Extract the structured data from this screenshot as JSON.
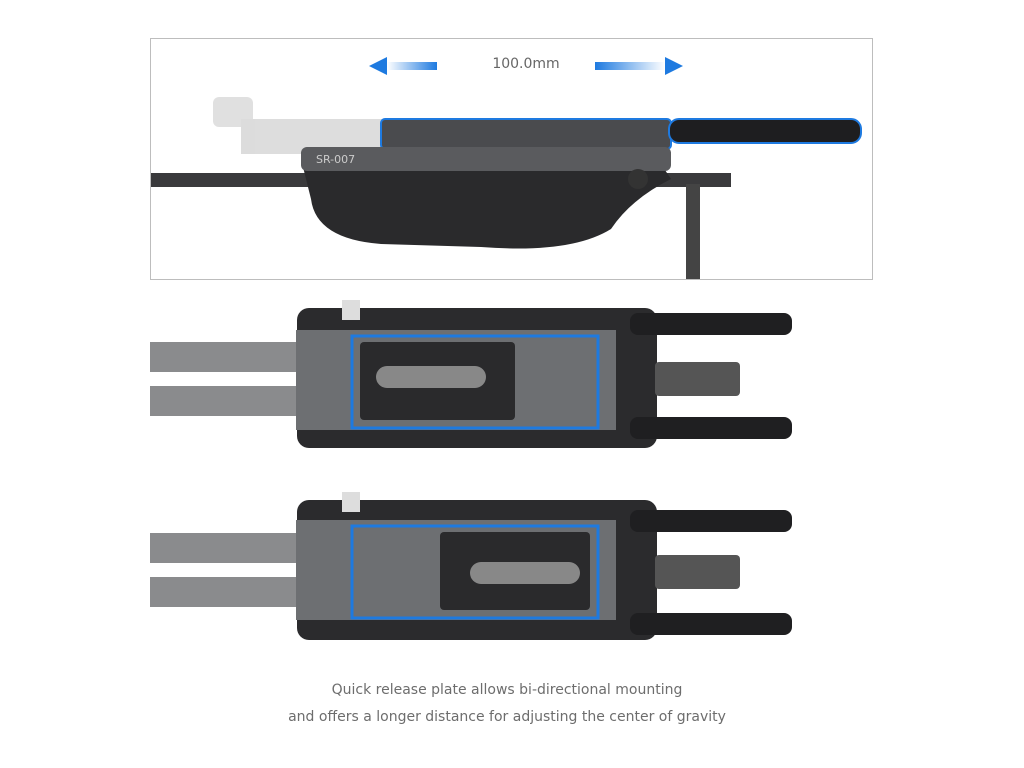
{
  "dimension_label": "100.0mm",
  "product_model": "SR-007",
  "caption": {
    "line1": "Quick release plate allows bi-directional mounting",
    "line2": "and offers a longer distance for adjusting the center of gravity"
  },
  "colors": {
    "highlight": "#1e7ae0",
    "body": "#2a2a2c",
    "metal": "#6f7174",
    "caption": "#6d6d6d"
  }
}
